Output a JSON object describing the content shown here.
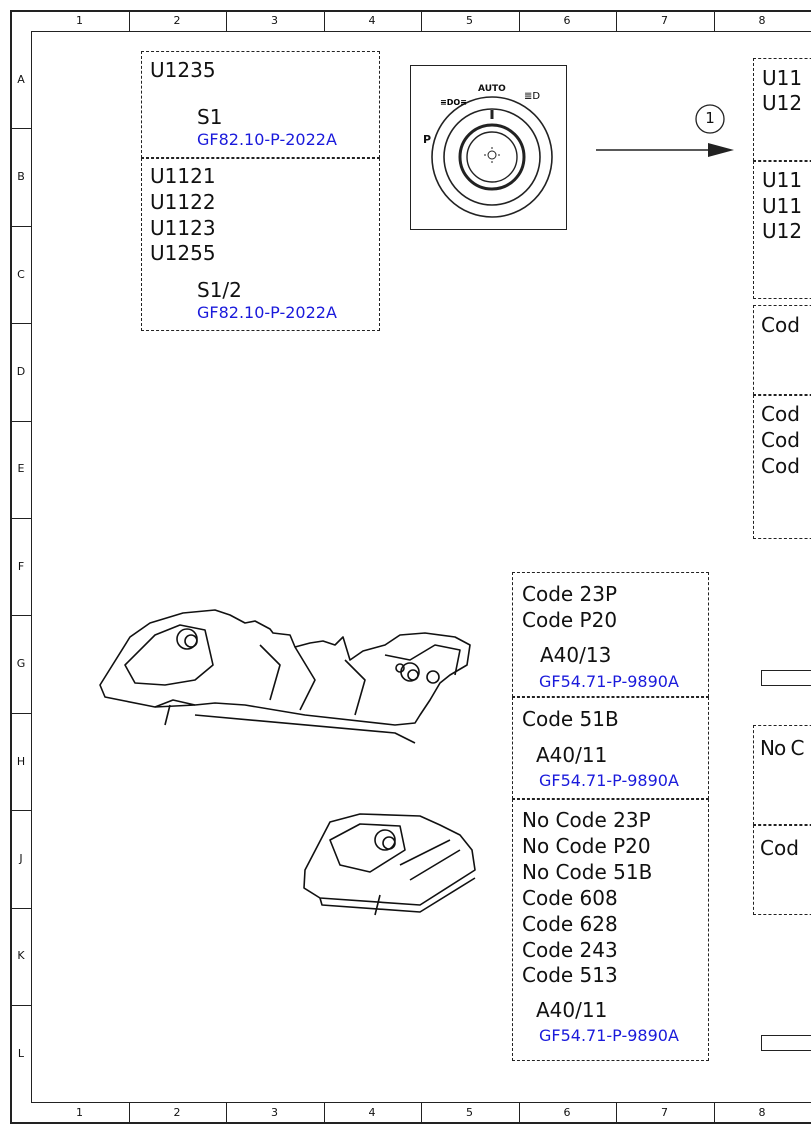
{
  "grid": {
    "columns": [
      "1",
      "2",
      "3",
      "4",
      "5",
      "6",
      "7",
      "8"
    ],
    "rows": [
      "A",
      "B",
      "C",
      "D",
      "E",
      "F",
      "G",
      "H",
      "J",
      "K",
      "L"
    ]
  },
  "box_a": {
    "variant": "U1235",
    "component": "S1",
    "ref": "GF82.10-P-2022A"
  },
  "box_b": {
    "variants": [
      "U1121",
      "U1122",
      "U1123",
      "U1255"
    ],
    "component": "S1/2",
    "ref": "GF82.10-P-2022A"
  },
  "switch": {
    "auto_label": "AUTO",
    "park_label": "P",
    "callout": "1"
  },
  "right_partial": {
    "a_lines": [
      "U11",
      "U12"
    ],
    "b_lines": [
      "U11",
      "U11",
      "U12"
    ],
    "c_lines": [
      "Cod"
    ],
    "d_lines": [
      "Cod",
      "Cod",
      "Cod"
    ],
    "h_lines": [
      "No C"
    ],
    "j_lines": [
      "Cod"
    ]
  },
  "box_g": {
    "codes": [
      "Code 23P",
      "Code P20"
    ],
    "component": "A40/13",
    "ref": "GF54.71-P-9890A"
  },
  "box_h": {
    "codes": [
      "Code 51B"
    ],
    "component": "A40/11",
    "ref": "GF54.71-P-9890A"
  },
  "box_j": {
    "codes": [
      "No Code 23P",
      "No Code P20",
      "No Code 51B",
      "Code 608",
      "Code 628",
      "Code 243",
      "Code 513"
    ],
    "component": "A40/11",
    "ref": "GF54.71-P-9890A"
  },
  "colors": {
    "line": "#222222",
    "ref_blue": "#1a1adb"
  }
}
